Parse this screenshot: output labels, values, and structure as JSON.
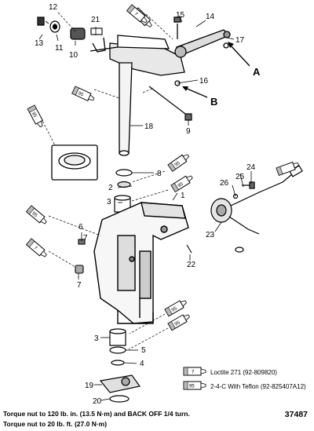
{
  "callouts": [
    "1",
    "2",
    "3",
    "4",
    "5",
    "6",
    "7",
    "8",
    "9",
    "10",
    "11",
    "12",
    "13",
    "14",
    "15",
    "16",
    "17",
    "18",
    "19",
    "20",
    "21",
    "22",
    "23",
    "24",
    "25",
    "26"
  ],
  "callout_3b": "3",
  "callout_7b": "7",
  "arrow_labels": [
    "A",
    "B"
  ],
  "tube_labels": {
    "loctite": "7",
    "grease": "95"
  },
  "legend": [
    {
      "code": "7",
      "text": "Loctite 271 (92-809820)"
    },
    {
      "code": "95",
      "text": "2-4-C  With Teflon (92-825407A12)"
    }
  ],
  "notes": [
    "Torque nut to 120 lb. in. (13.5 N·m) and BACK OFF 1/4 turn.",
    "Torque nut to 20 lb. ft. (27.0 N·m)"
  ],
  "drawing_number": "37487"
}
